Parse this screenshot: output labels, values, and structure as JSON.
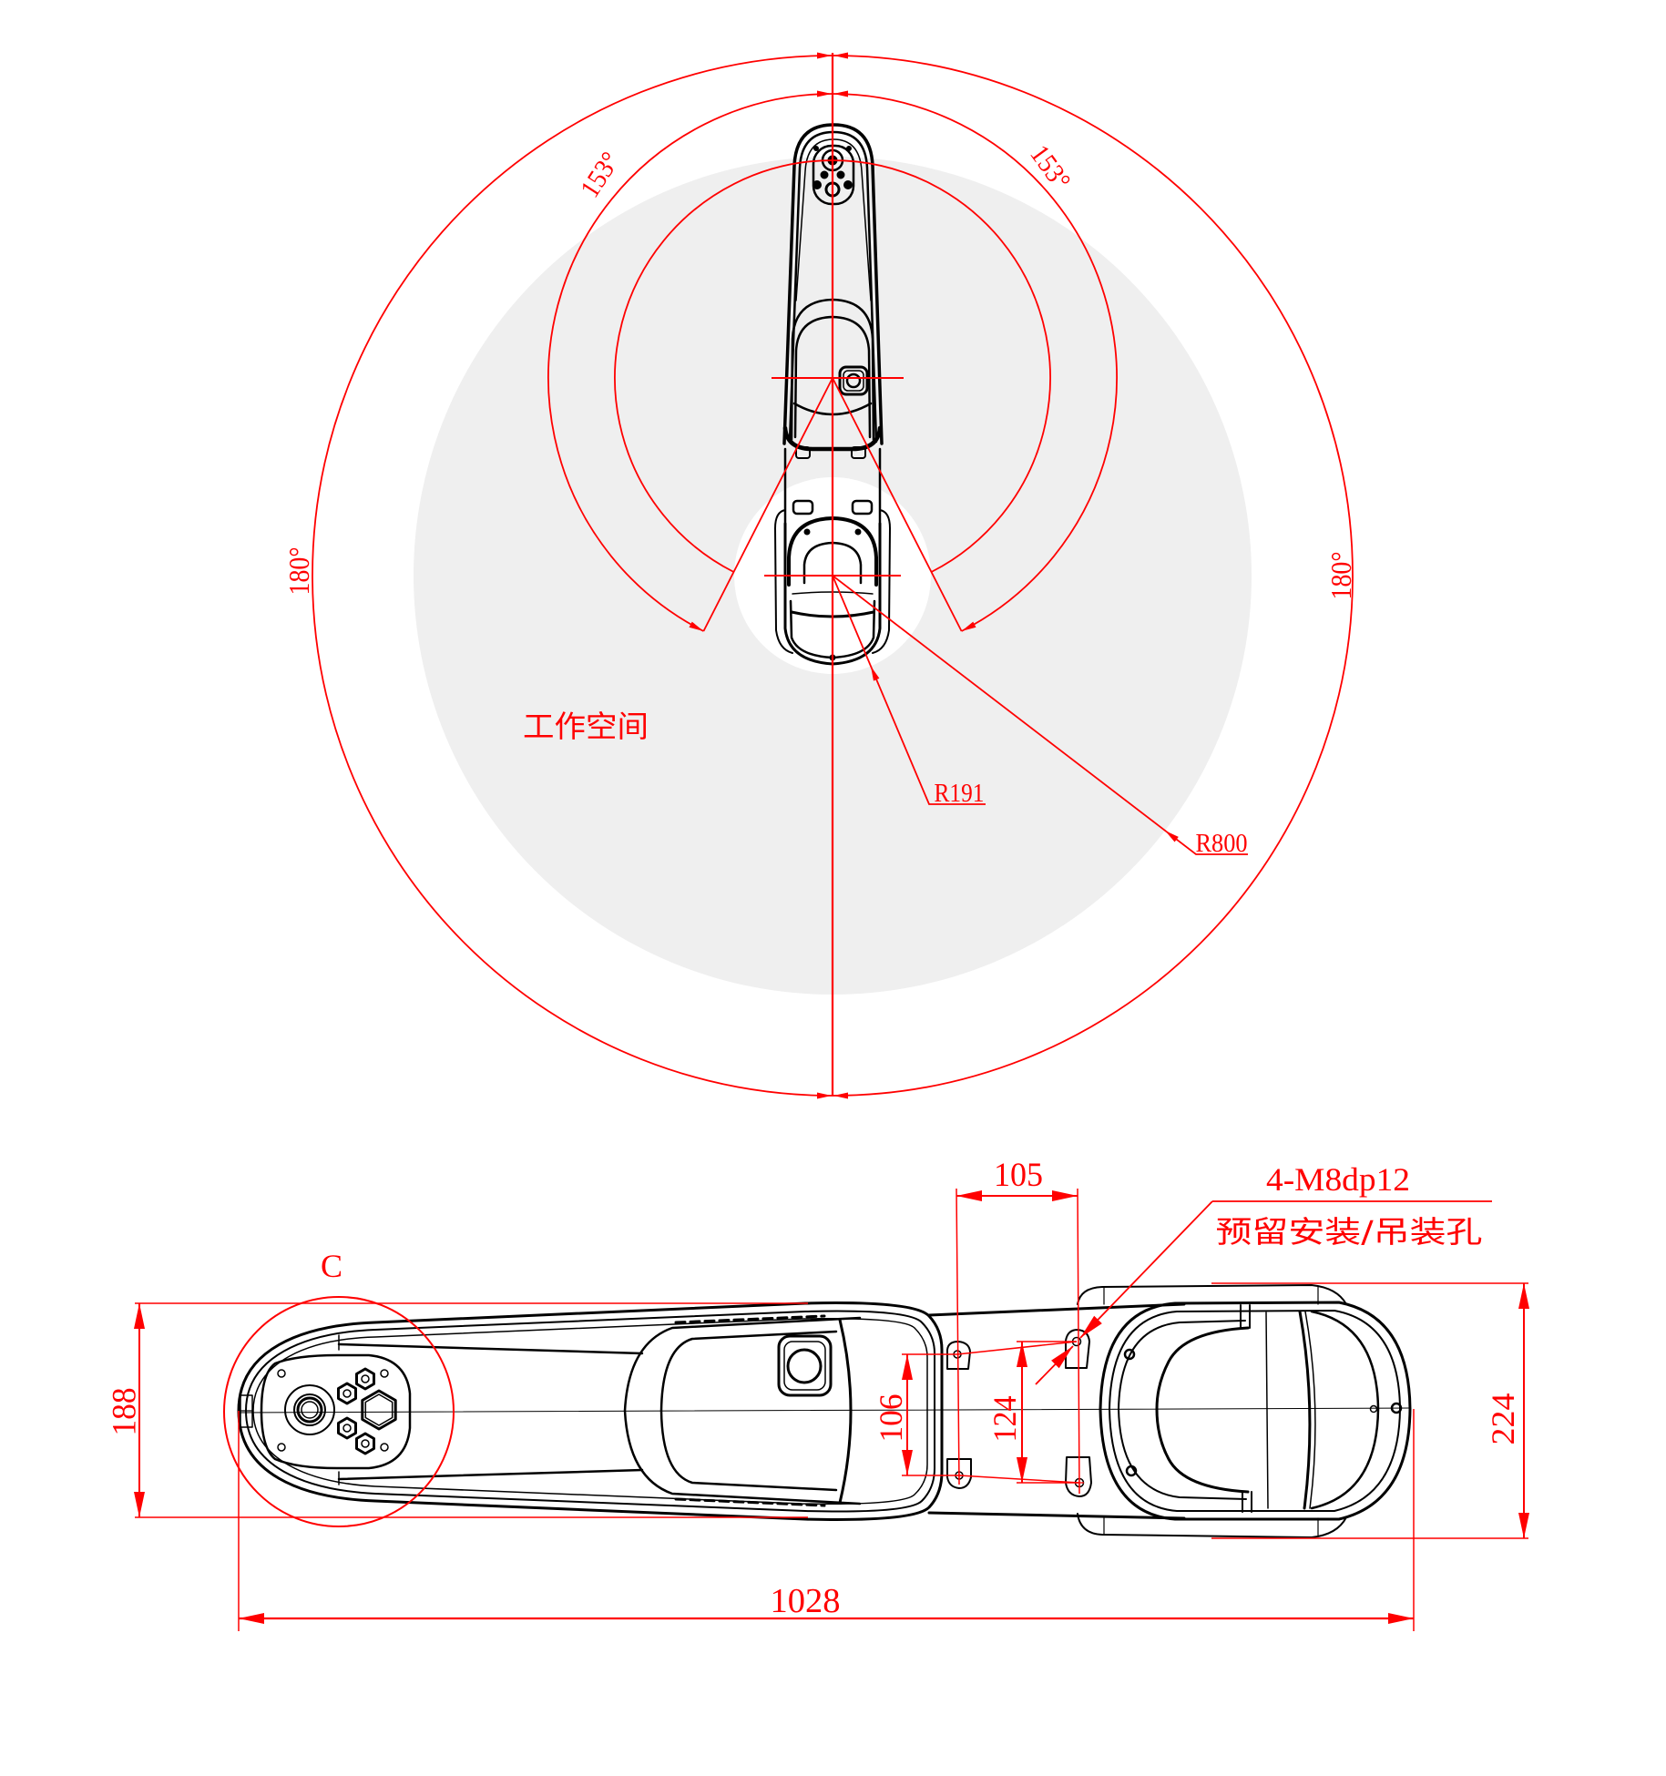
{
  "colors": {
    "annotation": "#ff0000",
    "workspace_fill": "#efefef",
    "inner_clear_fill": "#ffffff",
    "outline": "#000000"
  },
  "top_view": {
    "workspace_label": "工作空间",
    "joint2_angle_left": "153°",
    "joint2_angle_right": "153°",
    "joint1_angle_left": "180°",
    "joint1_angle_right": "180°",
    "inner_radius_label": "R191",
    "outer_radius_label": "R800"
  },
  "side_view": {
    "detail_label": "C",
    "overall_length": "1028",
    "tip_width": "188",
    "base_width": "224",
    "hole_pitch_x": "105",
    "hole_pitch_left": "106",
    "hole_pitch_right": "124",
    "hole_callout_spec": "4-M8dp12",
    "hole_callout_desc": "预留安装/吊装孔"
  }
}
